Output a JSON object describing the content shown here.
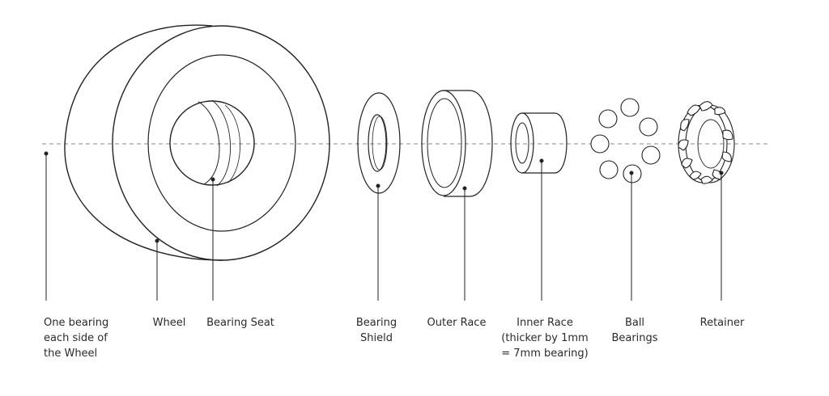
{
  "labels": {
    "one_bearing": [
      "One bearing",
      "each side of",
      "the Wheel"
    ],
    "wheel": [
      "Wheel"
    ],
    "bearing_seat": [
      "Bearing Seat"
    ],
    "bearing_shield": [
      "Bearing",
      "Shield"
    ],
    "outer_race": [
      "Outer Race"
    ],
    "inner_race": [
      "Inner Race",
      "(thicker by 1mm",
      "= 7mm bearing)"
    ],
    "ball_bearings": [
      "Ball",
      "Bearings"
    ],
    "retainer": [
      "Retainer"
    ]
  },
  "colors": {
    "stroke": "#222222",
    "axis": "#888888",
    "text": "#2a2a2a"
  }
}
